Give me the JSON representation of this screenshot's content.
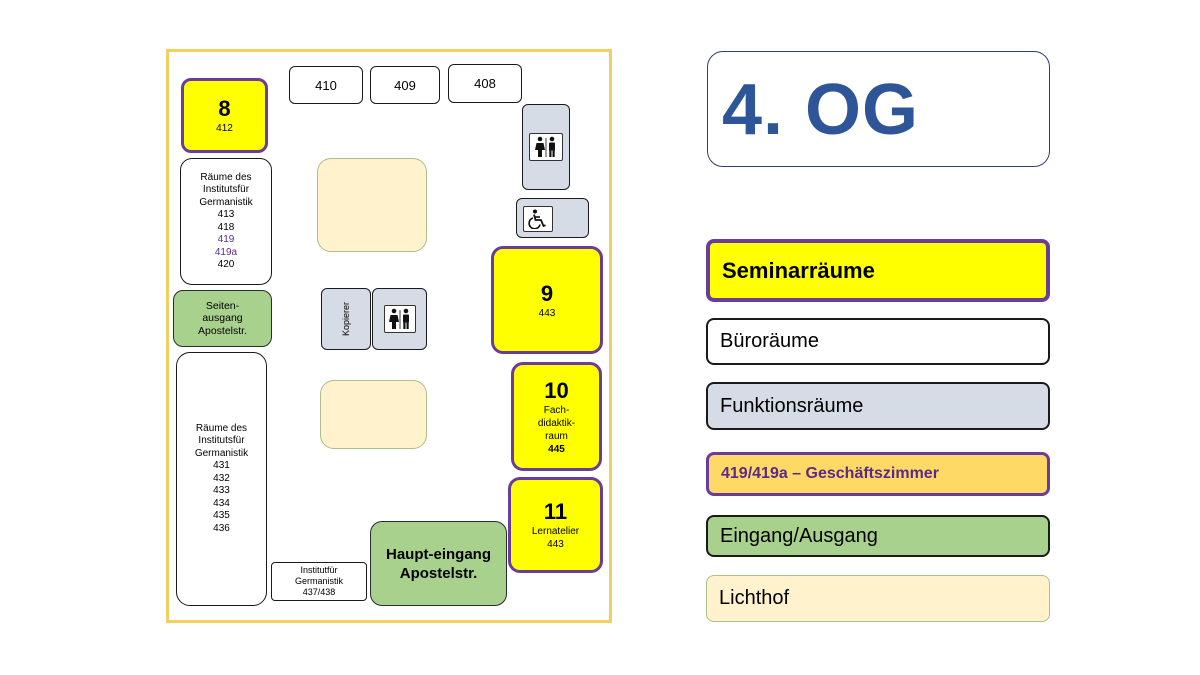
{
  "floor_title": "4. OG",
  "rooms": {
    "r410": "410",
    "r409": "409",
    "r408": "408",
    "r8_number": "8",
    "r8_code": "412",
    "germ_top_lines": [
      "Räume des",
      "Institutsfür",
      "Germanistik",
      "413",
      "418"
    ],
    "germ_top_highlight": [
      "419",
      "419a"
    ],
    "germ_top_last": "420",
    "side_exit_lines": [
      "Seiten-",
      "ausgang",
      "Apostelstr."
    ],
    "germ_bottom_lines": [
      "Räume des",
      "Institutsfür",
      "Germanistik",
      "431",
      "432",
      "433",
      "434",
      "435",
      "436"
    ],
    "inst_small_lines": [
      "Institutfür",
      "Germanistik",
      "437/438"
    ],
    "main_entrance_lines": [
      "Haupt-eingang",
      "Apostelstr."
    ],
    "copier": "Kopierer",
    "r9_number": "9",
    "r9_code": "443",
    "r10_number": "10",
    "r10_lines": [
      "Fach-",
      "didaktik-",
      "raum"
    ],
    "r10_code": "445",
    "r11_number": "11",
    "r11_name": "Lernatelier",
    "r11_code": "443"
  },
  "icons": {
    "restroom_top": "restroom-icon",
    "wheelchair": "wheelchair-icon",
    "restroom_center": "restroom-icon"
  },
  "legend": {
    "seminar": "Seminarräume",
    "buero": "Büroräume",
    "funktion": "Funktionsräume",
    "geschaeft": "419/419a – Geschäftszimmer",
    "eingang": "Eingang/Ausgang",
    "lichthof": "Lichthof"
  },
  "colors": {
    "seminar_fill": "#ffff00",
    "seminar_border": "#6a3d9a",
    "function_fill": "#d6dce5",
    "exit_fill": "#a9d18e",
    "courtyard_fill": "#fff2cc",
    "office_fill": "#eeccaa",
    "title_color": "#2e5597"
  }
}
